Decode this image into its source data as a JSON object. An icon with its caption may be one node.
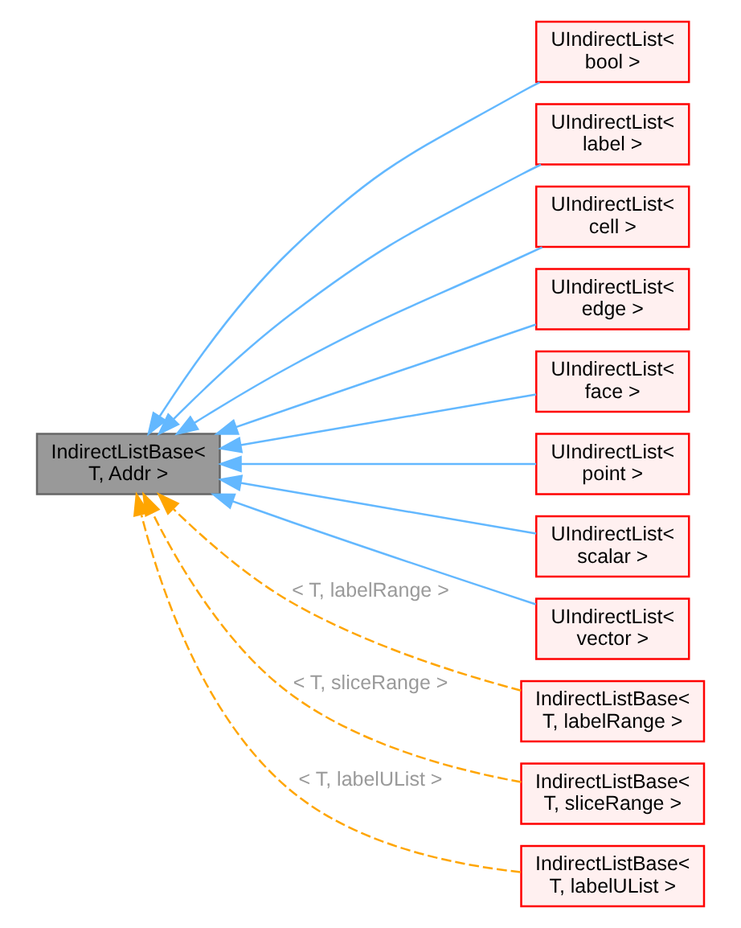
{
  "diagram": {
    "nodes": [
      {
        "text": [
          "IndirectListBase< T, Addr >"
        ]
      },
      {
        "text": [
          "UIndirectList< bool >"
        ]
      },
      {
        "text": [
          "UIndirectList< label >"
        ]
      },
      {
        "text": [
          "UIndirectList< cell >"
        ]
      },
      {
        "text": [
          "UIndirectList< edge >"
        ]
      },
      {
        "text": [
          "UIndirectList< face >"
        ]
      },
      {
        "text": [
          "UIndirectList< point >"
        ]
      },
      {
        "text": [
          "UIndirectList< scalar >"
        ]
      },
      {
        "text": [
          "UIndirectList< vector >"
        ]
      },
      {
        "text": [
          "IndirectListBase< T, labelRange >"
        ]
      },
      {
        "text": [
          "IndirectListBase< T, sliceRange >"
        ]
      },
      {
        "text": [
          "IndirectListBase< T, labelUList >"
        ]
      }
    ],
    "edges": [
      {
        "from": 1,
        "to": 0,
        "arrow": "to"
      },
      {
        "from": 2,
        "to": 0,
        "arrow": "to"
      },
      {
        "from": 3,
        "to": 0,
        "arrow": "to"
      },
      {
        "from": 4,
        "to": 0,
        "arrow": "to"
      },
      {
        "from": 5,
        "to": 0,
        "arrow": "to"
      },
      {
        "from": 6,
        "to": 0,
        "arrow": "to"
      },
      {
        "from": 7,
        "to": 0,
        "arrow": "to"
      },
      {
        "from": 8,
        "to": 0,
        "arrow": "to"
      },
      {
        "from": 9,
        "to": 0,
        "arrow": "to",
        "label": "< T, labelRange >",
        "style": "dashed",
        "color": "#ffa500"
      },
      {
        "from": 10,
        "to": 0,
        "arrow": "to",
        "label": "< T, sliceRange >",
        "style": "dashed",
        "color": "#ffa500"
      },
      {
        "from": 11,
        "to": 0,
        "arrow": "to",
        "label": "< T, labelUList >",
        "style": "dashed",
        "color": "#ffa500"
      }
    ]
  }
}
